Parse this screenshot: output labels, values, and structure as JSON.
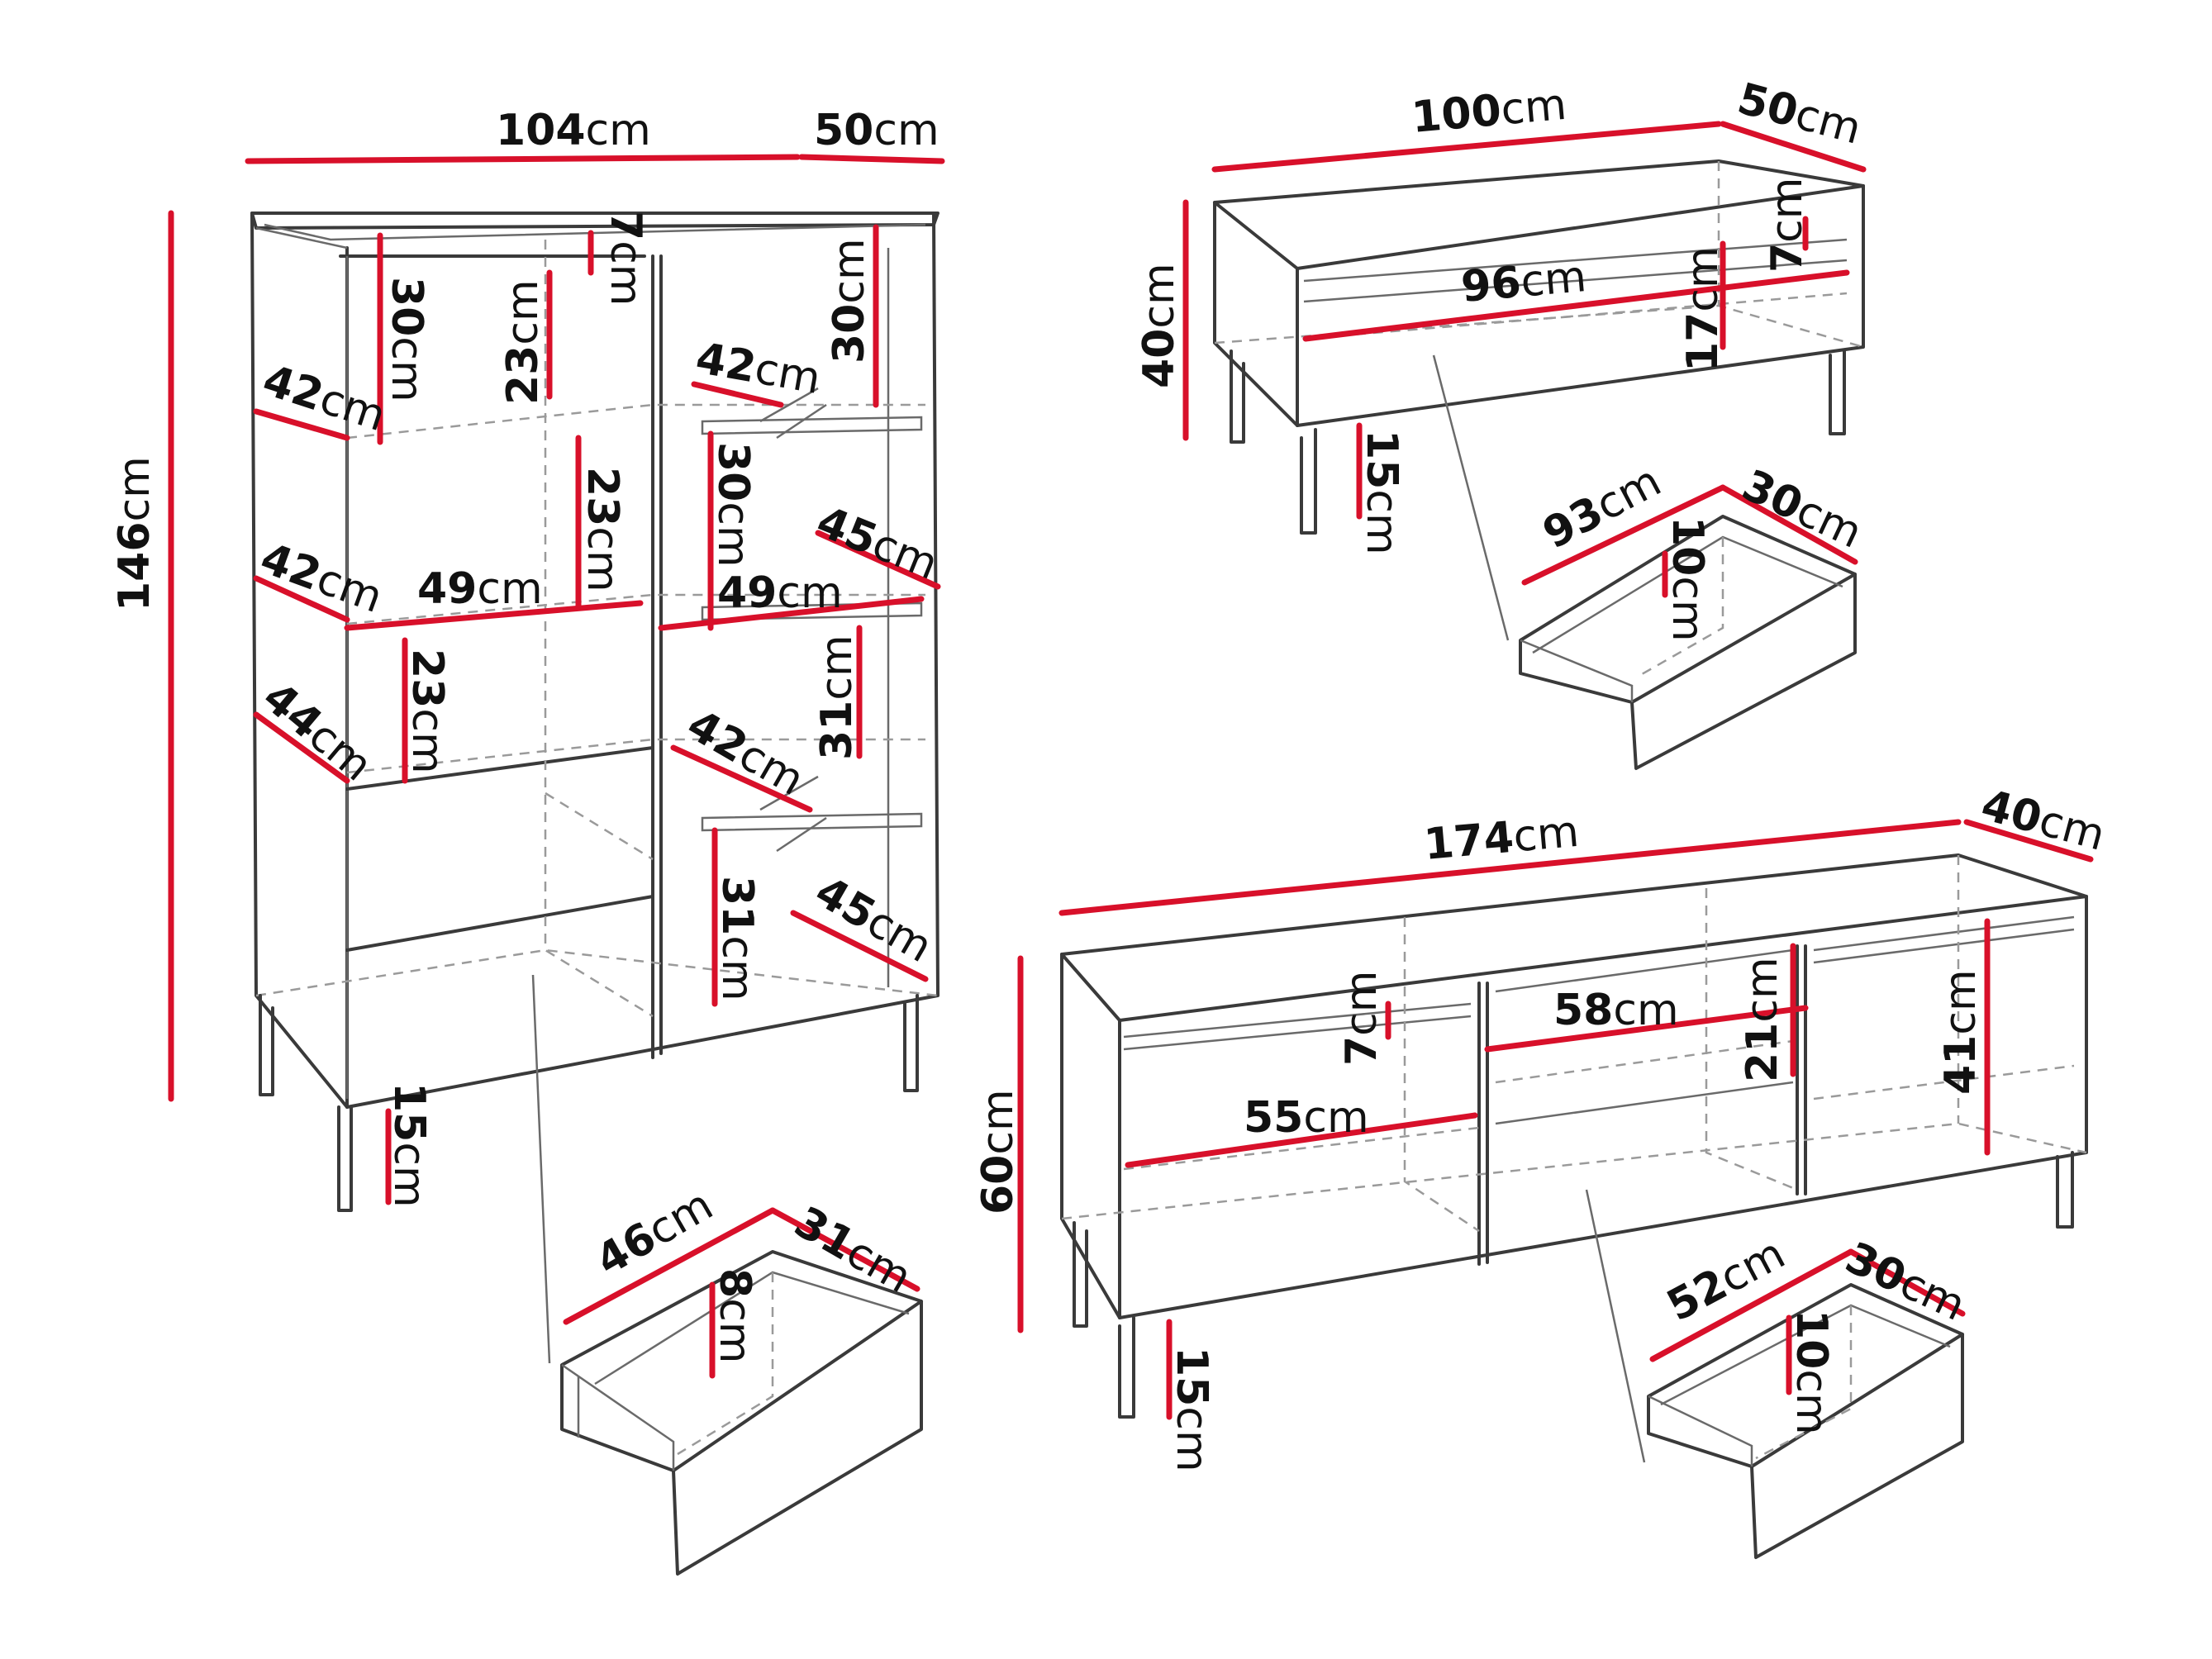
{
  "colors": {
    "dimension_line": "#d8102a",
    "outline": "#3a3a3a",
    "hidden_line": "#9a9a9a"
  },
  "unit": "cm",
  "highboard": {
    "width": "104",
    "depth": "50",
    "height": "146",
    "top_gap": "7",
    "left_top_comp": "30",
    "door_comp_a": "23",
    "right_top_comp": "30",
    "shelf_left_a": "42",
    "shelf_right_a": "42",
    "door_comp_b": "23",
    "right_comp_b": "30",
    "shelf_left_b": "42",
    "width_left": "49",
    "width_right": "49",
    "shelf_right_b": "45",
    "left_comp_c": "23",
    "right_comp_c": "31",
    "shelf_left_c": "44",
    "shelf_right_c": "42",
    "right_comp_d": "31",
    "shelf_right_d": "45",
    "leg": "15",
    "drawer": {
      "width": "46",
      "depth": "31",
      "height": "8"
    }
  },
  "coffee_table": {
    "width": "100",
    "depth": "50",
    "height": "40",
    "inner_width": "96",
    "top_gap": "7",
    "drawer_front": "17",
    "leg": "15",
    "drawer": {
      "width": "93",
      "depth": "30",
      "height": "10"
    }
  },
  "tv_stand": {
    "width": "174",
    "depth": "40",
    "height": "60",
    "top_gap": "7",
    "middle_width": "58",
    "middle_comp": "21",
    "right_comp": "41",
    "left_width": "55",
    "leg": "15",
    "drawer": {
      "width": "52",
      "depth": "30",
      "height": "10"
    }
  }
}
